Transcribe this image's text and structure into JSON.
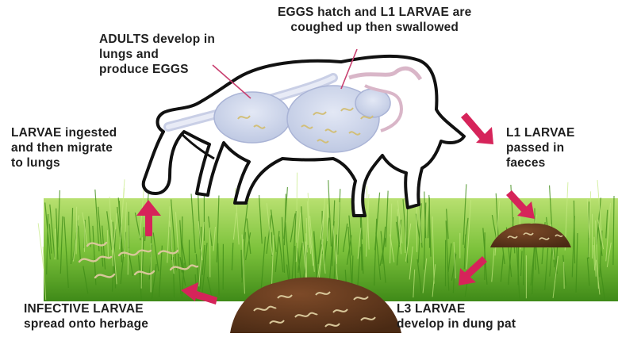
{
  "labels": {
    "eggs_hatch": "EGGS hatch and L1 LARVAE are\ncoughed up then swallowed",
    "adults": "ADULTS develop in\nlungs and\nproduce EGGS",
    "larvae_ingested": "LARVAE ingested\nand then migrate\nto lungs",
    "l1_larvae": "L1 LARVAE\npassed in\nfaeces",
    "infective": "INFECTIVE LARVAE\nspread onto herbage",
    "l3_larvae": "L3 LARVAE\ndevelop in dung pat"
  },
  "colors": {
    "arrow": "#d6245a",
    "grass_light": "#9fd35a",
    "grass_dark": "#4d9a1e",
    "dung": "#6b3f22",
    "worm": "#d8c79a",
    "lung": "#cdd6ec",
    "outline": "#111111"
  }
}
